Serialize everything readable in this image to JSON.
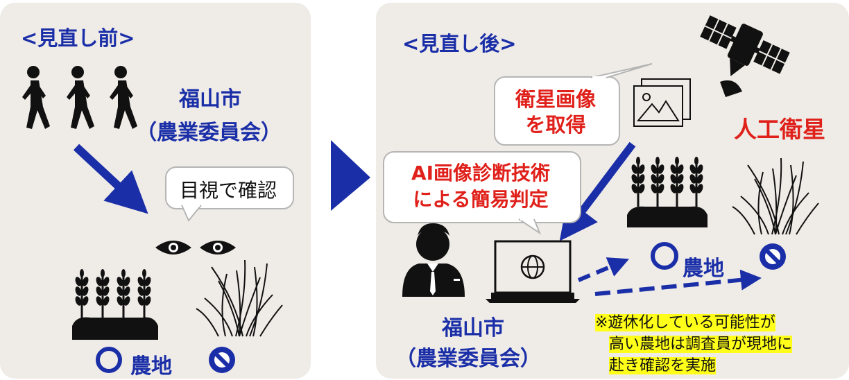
{
  "before": {
    "heading": "<見直し前>",
    "actor_line1": "福山市",
    "actor_line2": "（農業委員会）",
    "bubble": "目視で確認",
    "farmland_label": "農地"
  },
  "after": {
    "heading": "<見直し後>",
    "bubble_satellite": [
      "衛星画像",
      "を取得"
    ],
    "bubble_ai": [
      "AI画像診断技術",
      "による簡易判定"
    ],
    "satellite_label": "人工衛星",
    "actor_line1": "福山市",
    "actor_line2": "（農業委員会）",
    "farmland_label": "農地",
    "note_lines": [
      "※遊休化している可能性が",
      "高い農地は調査員が現地に",
      "赴き確認を実施"
    ]
  },
  "colors": {
    "blue": "#1a2ea8",
    "red": "#e0201a",
    "panel": "#efebe6",
    "highlight": "#ffff1a"
  }
}
